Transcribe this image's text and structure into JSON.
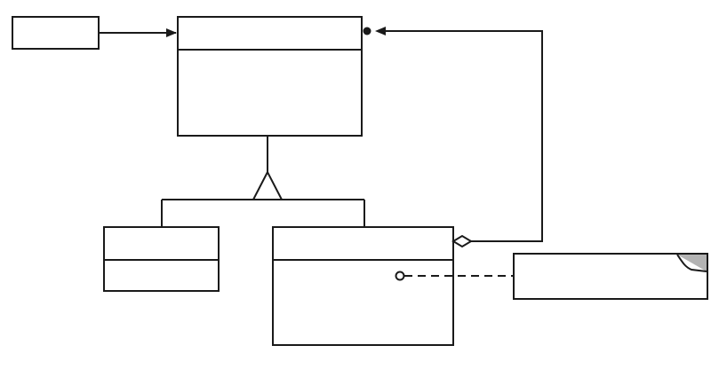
{
  "diagram": {
    "nodes": [
      {
        "id": "client",
        "kind": "box",
        "label": ""
      },
      {
        "id": "component",
        "kind": "class",
        "name": "",
        "body": ""
      },
      {
        "id": "leaf",
        "kind": "class",
        "name": "",
        "body": ""
      },
      {
        "id": "composite",
        "kind": "class",
        "name": "",
        "body": ""
      },
      {
        "id": "note",
        "kind": "note",
        "text": ""
      }
    ],
    "edges": [
      {
        "from": "client",
        "to": "component",
        "type": "association-arrow"
      },
      {
        "from": "leaf",
        "to": "component",
        "type": "generalization"
      },
      {
        "from": "composite",
        "to": "component",
        "type": "generalization"
      },
      {
        "from": "composite",
        "to": "component",
        "type": "aggregation-many"
      },
      {
        "from": "composite",
        "to": "note",
        "type": "note-link-dashed"
      }
    ],
    "colors": {
      "stroke": "#1a1a1a",
      "note_fold": "#b3b3b3",
      "background": "#ffffff"
    }
  }
}
